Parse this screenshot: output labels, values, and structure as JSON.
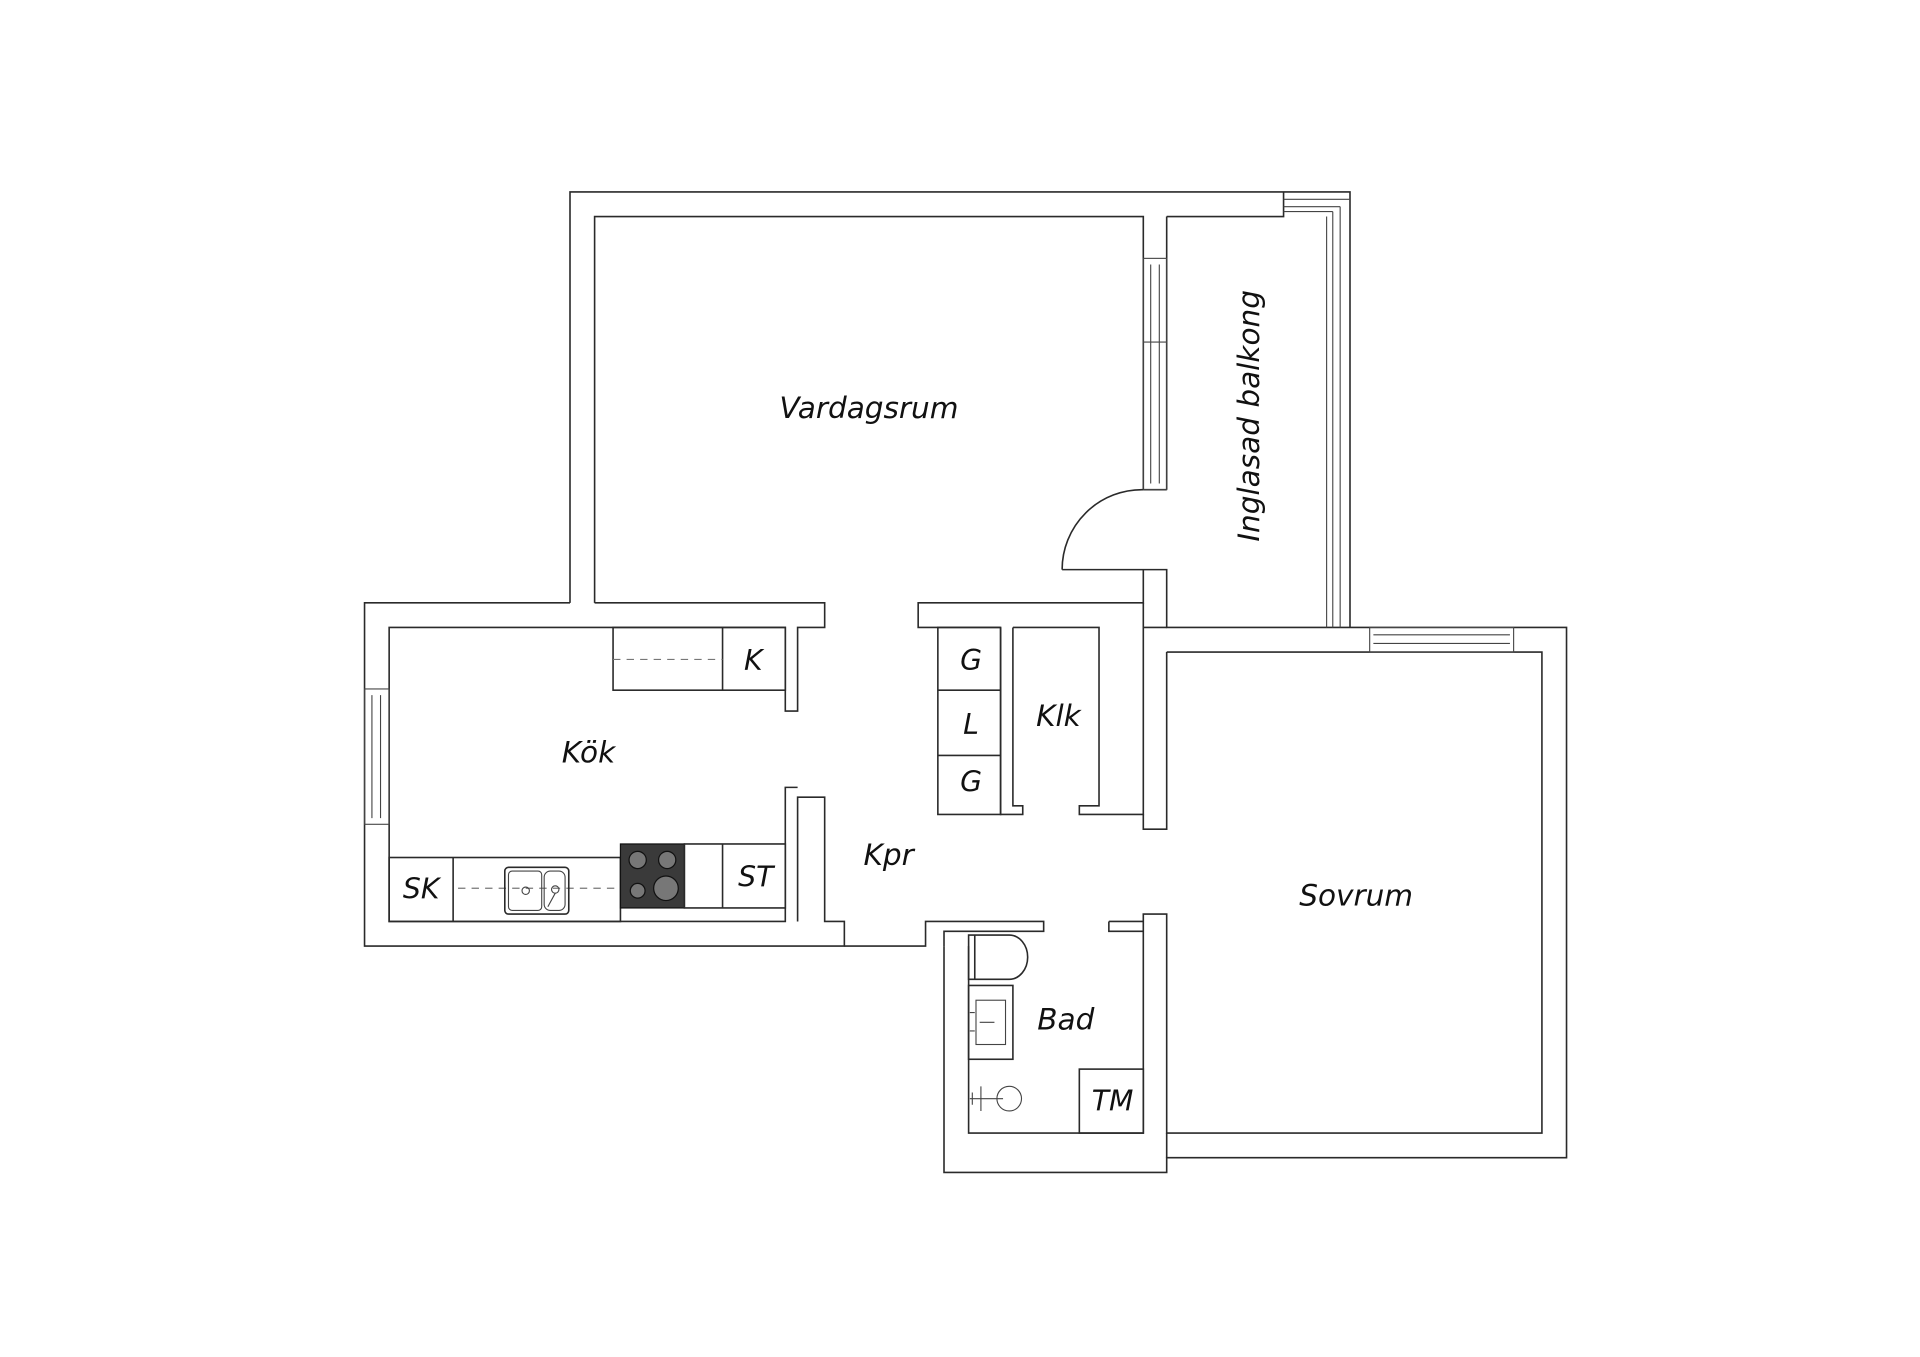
{
  "floorplan": {
    "rooms": {
      "living_room": "Vardagsrum",
      "glazed_balcony": "Inglasad balkong",
      "kitchen": "Kök",
      "hall": "Kpr",
      "closet": "Klk",
      "bedroom": "Sovrum",
      "bathroom": "Bad"
    },
    "fixtures": {
      "fridge": "K",
      "wardrobe_1": "G",
      "linen": "L",
      "wardrobe_2": "G",
      "cabinet": "SK",
      "tall_cabinet": "ST",
      "washer": "TM"
    },
    "colors": {
      "stroke": "#2a2a2a",
      "stove": "#3a3a3a"
    }
  }
}
